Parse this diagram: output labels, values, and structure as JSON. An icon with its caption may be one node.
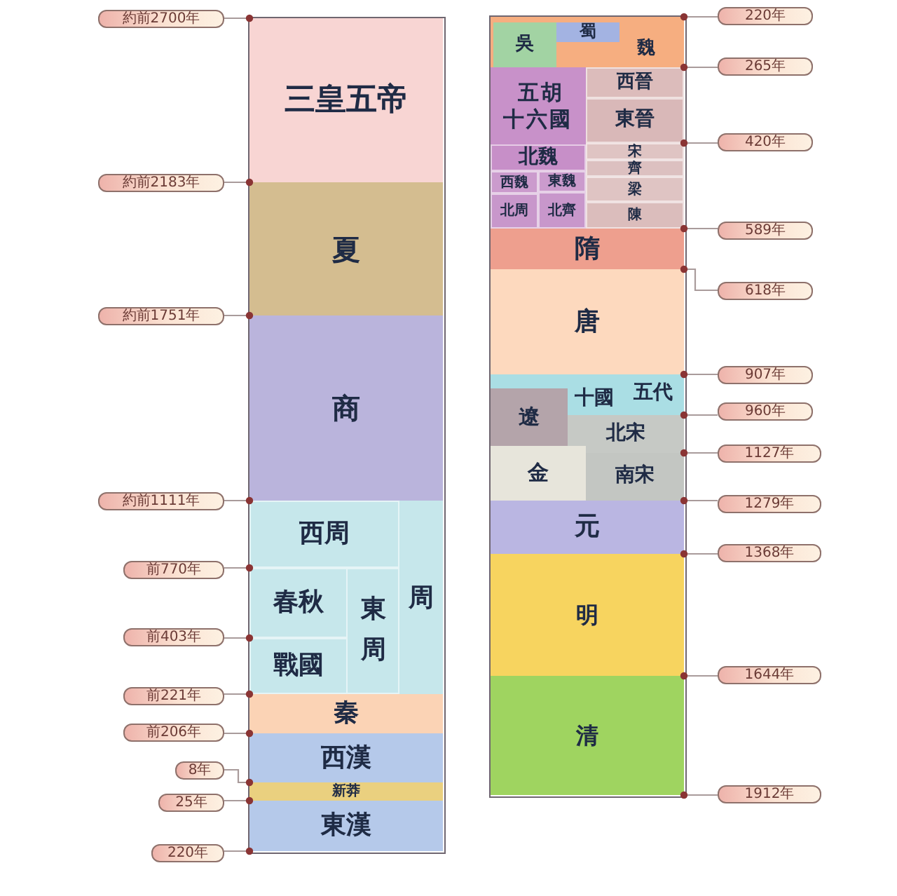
{
  "diagram": {
    "nodes": [
      {
        "text": [
          "約前2700年"
        ]
      },
      {
        "text": [
          "約前2183年"
        ]
      },
      {
        "text": [
          "約前1751年"
        ]
      },
      {
        "text": [
          "約前1111年"
        ]
      },
      {
        "text": [
          "前770年"
        ]
      },
      {
        "text": [
          "前403年"
        ]
      },
      {
        "text": [
          "前221年"
        ]
      },
      {
        "text": [
          "前206年"
        ]
      },
      {
        "text": [
          "8年"
        ]
      },
      {
        "text": [
          "25年"
        ]
      },
      {
        "text": [
          "220年"
        ]
      },
      {
        "text": [
          "三皇五帝"
        ]
      },
      {
        "text": [
          "夏"
        ]
      },
      {
        "text": [
          "商"
        ]
      },
      {
        "text": [
          "周"
        ]
      },
      {
        "text": [
          "西周"
        ],
        "in": 14
      },
      {
        "text": [
          "東周"
        ],
        "in": 14
      },
      {
        "text": [
          "春秋"
        ],
        "in": 16
      },
      {
        "text": [
          "戰國"
        ],
        "in": 16
      },
      {
        "text": [
          "秦"
        ]
      },
      {
        "text": [
          "西漢"
        ]
      },
      {
        "text": [
          "新莽"
        ]
      },
      {
        "text": [
          "東漢"
        ]
      },
      {
        "text": [
          "魏"
        ]
      },
      {
        "text": [
          "吳"
        ],
        "in": 23
      },
      {
        "text": [
          "蜀"
        ],
        "in": 23
      },
      {
        "text": [
          "五胡十六國"
        ]
      },
      {
        "text": [
          "北魏"
        ]
      },
      {
        "text": [
          "西魏"
        ]
      },
      {
        "text": [
          "東魏"
        ]
      },
      {
        "text": [
          "北周"
        ]
      },
      {
        "text": [
          "北齊"
        ]
      },
      {
        "text": [
          "西晉"
        ]
      },
      {
        "text": [
          "東晉"
        ]
      },
      {
        "text": [
          "宋"
        ]
      },
      {
        "text": [
          "齊"
        ]
      },
      {
        "text": [
          "梁"
        ]
      },
      {
        "text": [
          "陳"
        ]
      },
      {
        "text": [
          "隋"
        ]
      },
      {
        "text": [
          "唐"
        ]
      },
      {
        "text": [
          "十國",
          "五代"
        ]
      },
      {
        "text": [
          "遼"
        ]
      },
      {
        "text": [
          "北宋"
        ]
      },
      {
        "text": [
          "金"
        ]
      },
      {
        "text": [
          "南宋"
        ]
      },
      {
        "text": [
          "元"
        ]
      },
      {
        "text": [
          "明"
        ]
      },
      {
        "text": [
          "清"
        ]
      },
      {
        "text": [
          "220年"
        ]
      },
      {
        "text": [
          "265年"
        ]
      },
      {
        "text": [
          "420年"
        ]
      },
      {
        "text": [
          "589年"
        ]
      },
      {
        "text": [
          "618年"
        ]
      },
      {
        "text": [
          "907年"
        ]
      },
      {
        "text": [
          "960年"
        ]
      },
      {
        "text": [
          "1127年"
        ]
      },
      {
        "text": [
          "1279年"
        ]
      },
      {
        "text": [
          "1368年"
        ]
      },
      {
        "text": [
          "1644年"
        ]
      },
      {
        "text": [
          "1912年"
        ]
      }
    ],
    "edges": [
      {
        "from": 0,
        "to": 11,
        "arrow": "other"
      },
      {
        "from": 1,
        "to": 12,
        "arrow": "other"
      },
      {
        "from": 2,
        "to": 13,
        "arrow": "other"
      },
      {
        "from": 3,
        "to": 15,
        "arrow": "other"
      },
      {
        "from": 4,
        "to": 16,
        "arrow": "other"
      },
      {
        "from": 5,
        "to": 18,
        "arrow": "other"
      },
      {
        "from": 6,
        "to": 19,
        "arrow": "other"
      },
      {
        "from": 7,
        "to": 20,
        "arrow": "other"
      },
      {
        "from": 8,
        "to": 21,
        "arrow": "other"
      },
      {
        "from": 9,
        "to": 22,
        "arrow": "other"
      },
      {
        "from": 10,
        "to": 22,
        "arrow": "other"
      },
      {
        "from": 48,
        "to": 23,
        "arrow": "other"
      },
      {
        "from": 49,
        "to": 32,
        "arrow": "other"
      },
      {
        "from": 50,
        "to": 34,
        "arrow": "other"
      },
      {
        "from": 51,
        "to": 38,
        "arrow": "other"
      },
      {
        "from": 52,
        "to": 39,
        "arrow": "other"
      },
      {
        "from": 53,
        "to": 40,
        "arrow": "other"
      },
      {
        "from": 54,
        "to": 42,
        "arrow": "other"
      },
      {
        "from": 55,
        "to": 44,
        "arrow": "other"
      },
      {
        "from": 56,
        "to": 45,
        "arrow": "other"
      },
      {
        "from": 57,
        "to": 46,
        "arrow": "other"
      },
      {
        "from": 58,
        "to": 47,
        "arrow": "other"
      },
      {
        "from": 59,
        "to": 47,
        "arrow": "other"
      }
    ]
  }
}
